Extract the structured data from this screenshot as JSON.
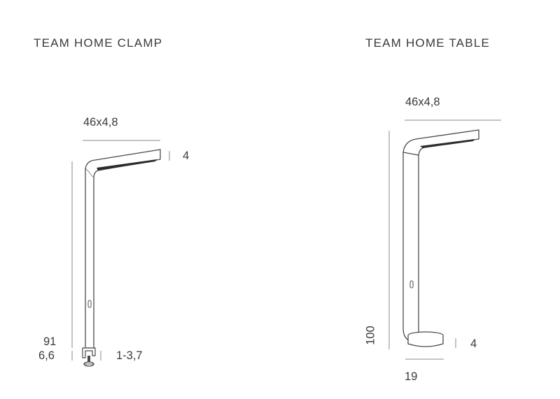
{
  "clamp": {
    "title": "TEAM HOME CLAMP",
    "dim_head": "46x4,8",
    "dim_head_height": "4",
    "dim_total_height": "91",
    "dim_clamp_height": "6,6",
    "dim_clamp_range": "1-3,7"
  },
  "table": {
    "title": "TEAM HOME TABLE",
    "dim_head": "46x4,8",
    "dim_total_height": "100",
    "dim_base_height": "4",
    "dim_base_width": "19"
  },
  "colors": {
    "line": "#7a7a7a",
    "lamp_outline": "#4a4a4a",
    "lamp_dark": "#2b2b2b",
    "text": "#3a3a3a"
  }
}
